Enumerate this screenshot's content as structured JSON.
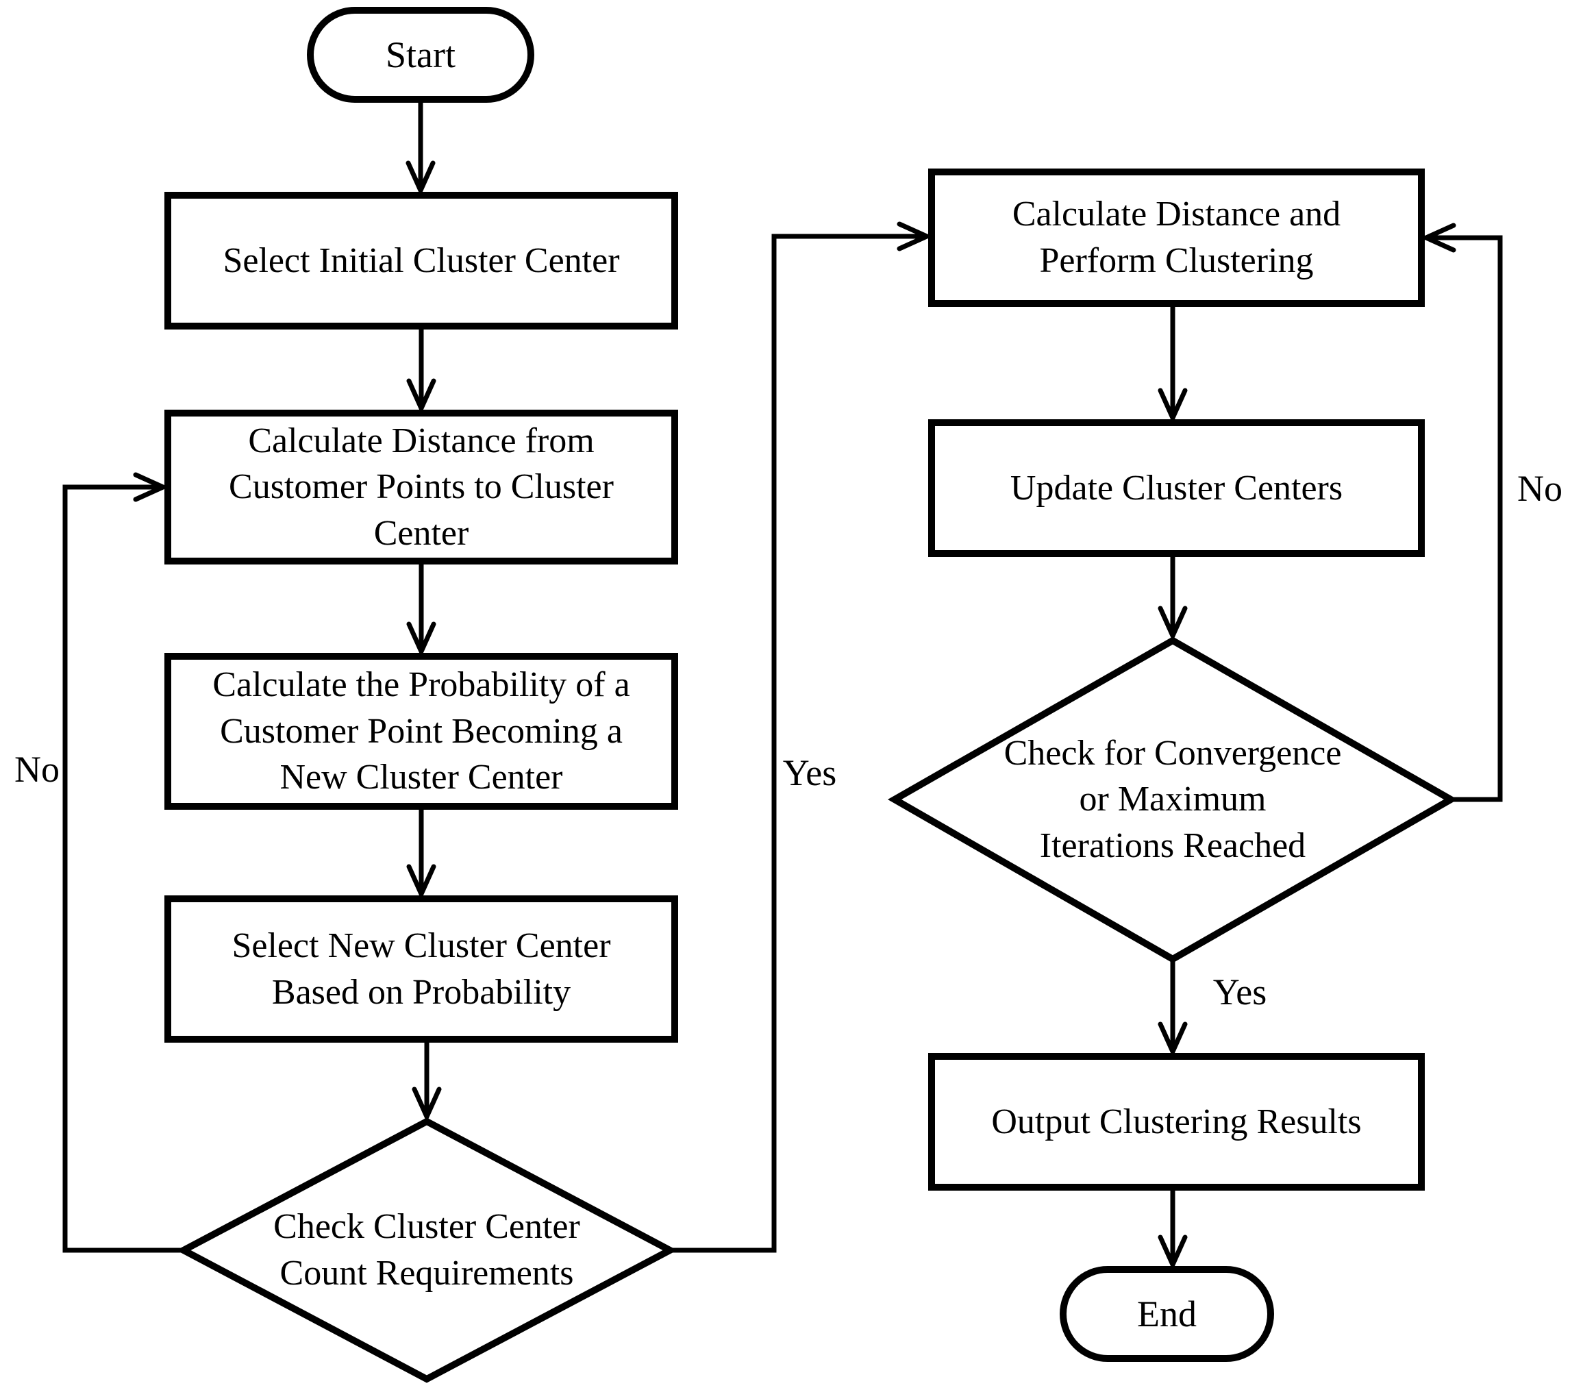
{
  "diagram": {
    "type": "flowchart",
    "colors": {
      "stroke": "#000000",
      "shape_fill": "#ffffff",
      "background": "#ffffff",
      "text": "#000000"
    },
    "nodes": {
      "start": {
        "label": "Start",
        "shape": "terminator"
      },
      "select_initial": {
        "label": "Select Initial Cluster Center",
        "shape": "process"
      },
      "calc_distance_points": {
        "label": "Calculate Distance from\nCustomer Points to Cluster\nCenter",
        "shape": "process"
      },
      "calc_probability": {
        "label": "Calculate the Probability of a\nCustomer Point Becoming a\nNew Cluster Center",
        "shape": "process"
      },
      "select_new_center": {
        "label": "Select New Cluster Center\nBased on Probability",
        "shape": "process"
      },
      "check_count": {
        "label": "Check Cluster Center\nCount Requirements",
        "shape": "decision"
      },
      "calc_distance_clustering": {
        "label": "Calculate Distance and\nPerform Clustering",
        "shape": "process"
      },
      "update_centers": {
        "label": "Update Cluster Centers",
        "shape": "process"
      },
      "check_convergence": {
        "label": "Check for Convergence\nor Maximum\nIterations Reached",
        "shape": "decision"
      },
      "output_results": {
        "label": "Output Clustering Results",
        "shape": "process"
      },
      "end": {
        "label": "End",
        "shape": "terminator"
      }
    },
    "edges": [
      {
        "from": "start",
        "to": "select_initial",
        "label": ""
      },
      {
        "from": "select_initial",
        "to": "calc_distance_points",
        "label": ""
      },
      {
        "from": "calc_distance_points",
        "to": "calc_probability",
        "label": ""
      },
      {
        "from": "calc_probability",
        "to": "select_new_center",
        "label": ""
      },
      {
        "from": "select_new_center",
        "to": "check_count",
        "label": ""
      },
      {
        "from": "check_count",
        "to": "calc_distance_points",
        "label": "No"
      },
      {
        "from": "check_count",
        "to": "calc_distance_clustering",
        "label": "Yes"
      },
      {
        "from": "calc_distance_clustering",
        "to": "update_centers",
        "label": ""
      },
      {
        "from": "update_centers",
        "to": "check_convergence",
        "label": ""
      },
      {
        "from": "check_convergence",
        "to": "output_results",
        "label": "Yes"
      },
      {
        "from": "check_convergence",
        "to": "calc_distance_clustering",
        "label": "No"
      },
      {
        "from": "output_results",
        "to": "end",
        "label": ""
      }
    ]
  }
}
